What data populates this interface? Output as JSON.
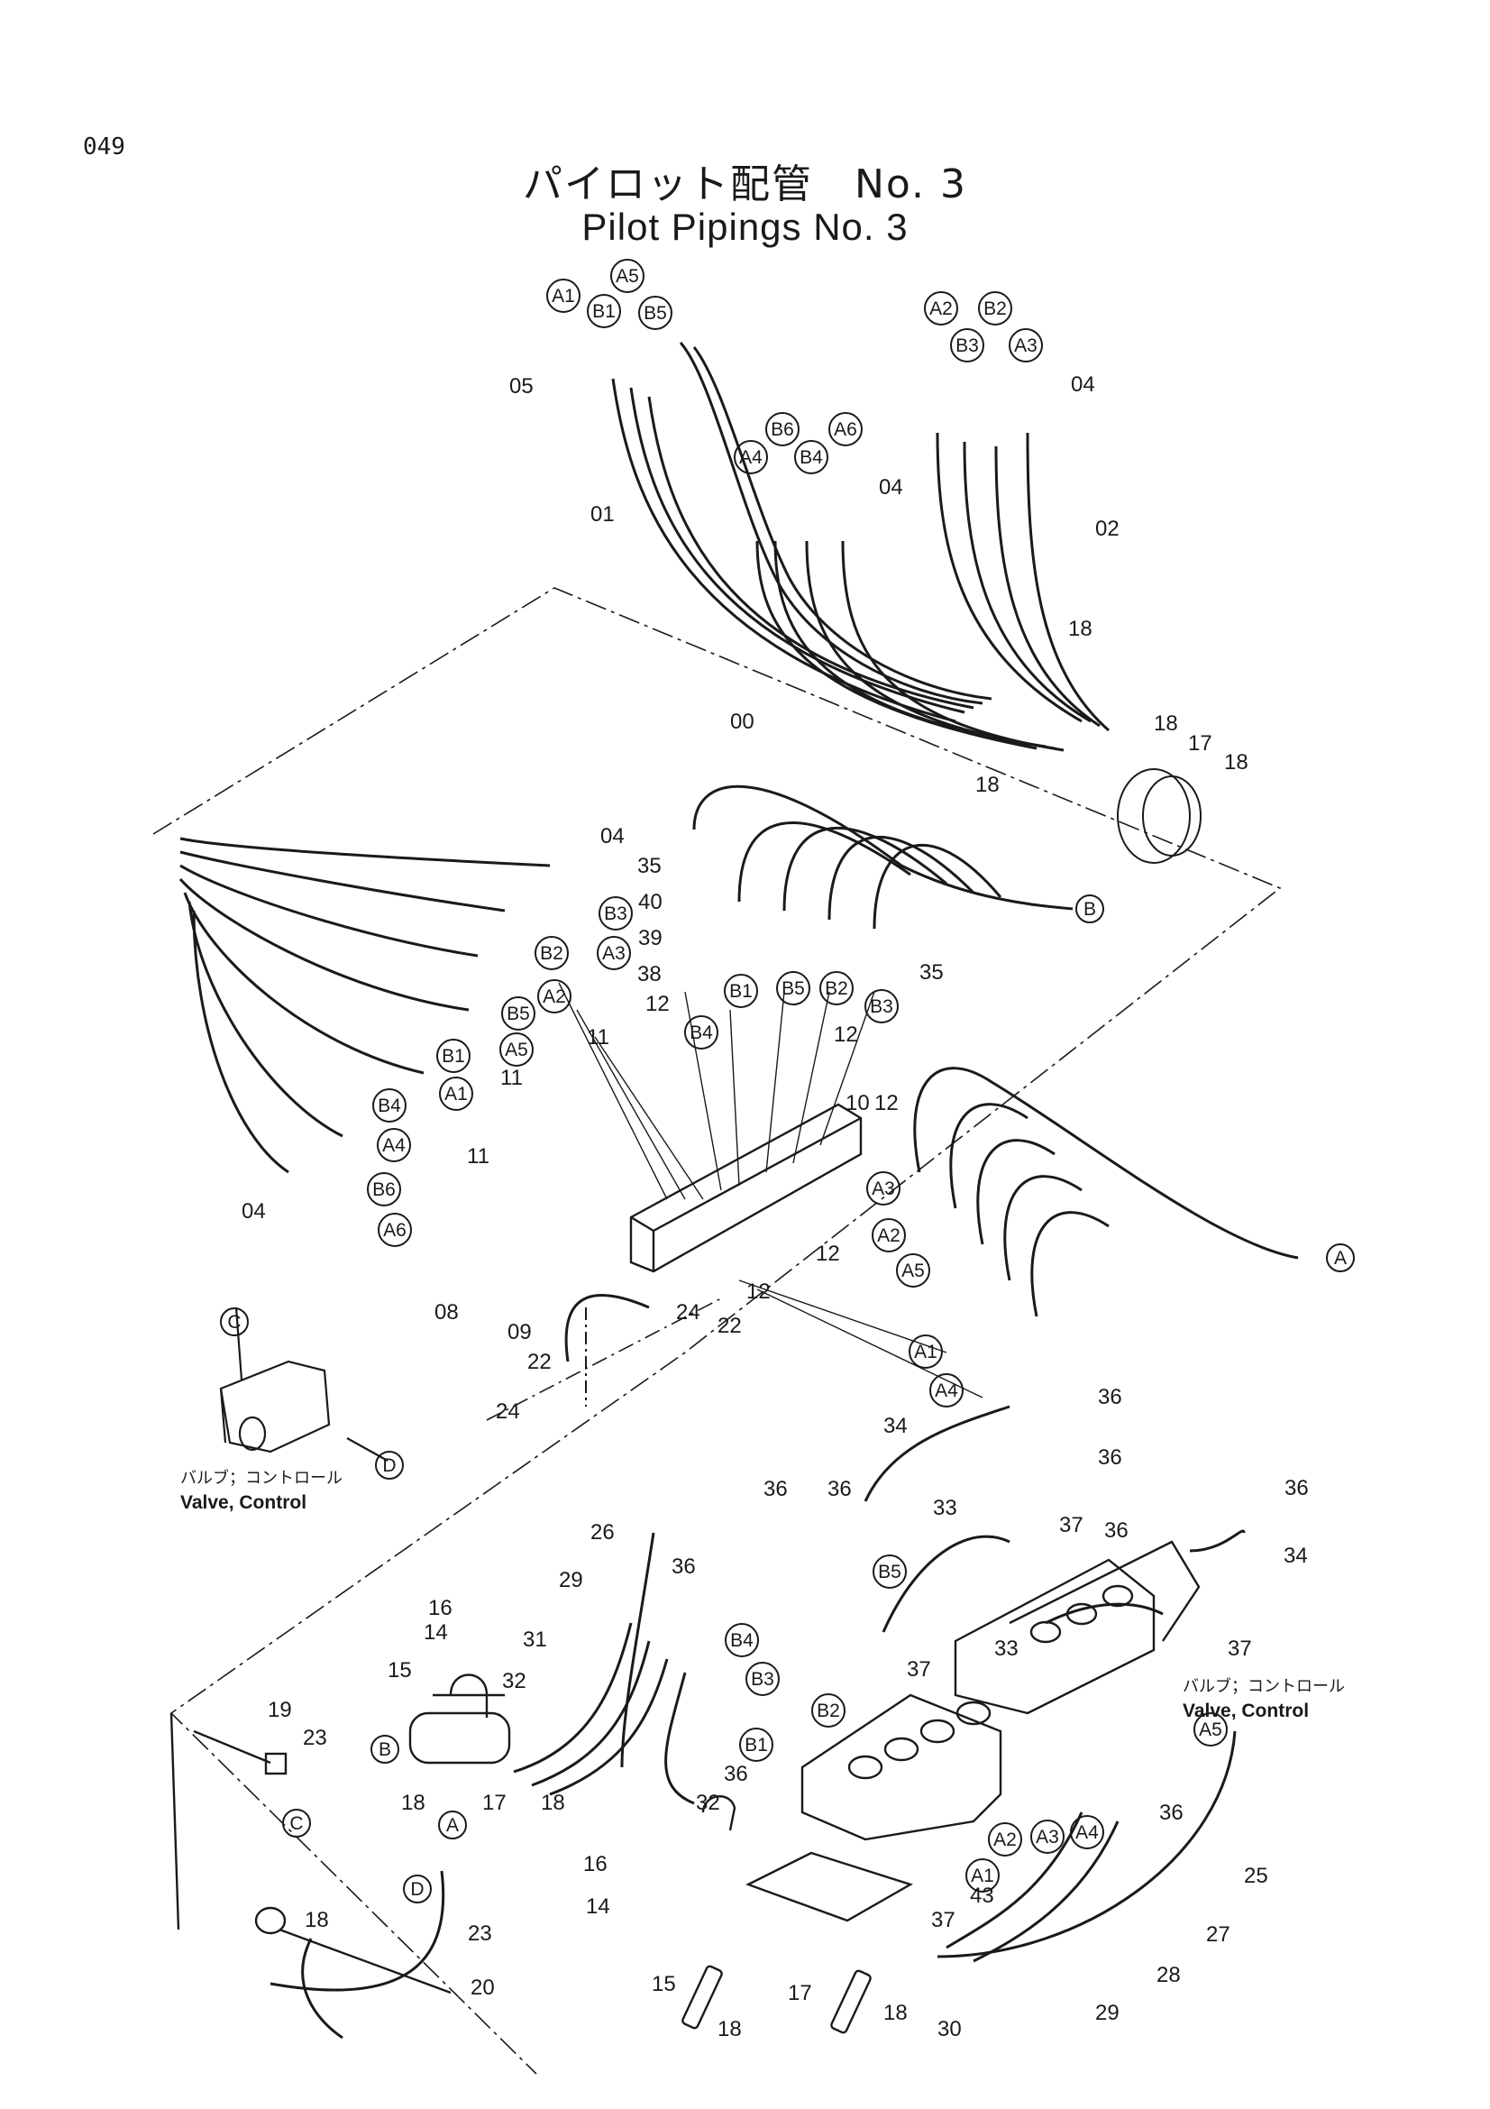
{
  "page_number": "049",
  "title_jp": "パイロット配管　No. 3",
  "title_en": "Pilot Pipings No. 3",
  "captions": [
    {
      "jp": "バルブ；コントロール",
      "en": "Valve, Control"
    },
    {
      "jp": "バルブ；コントロール",
      "en": "Valve, Control"
    }
  ],
  "callouts": [
    "A1",
    "B1",
    "A5",
    "B5",
    "A2",
    "B2",
    "B3",
    "A3",
    "A4",
    "B6",
    "B4",
    "A6",
    "B3",
    "A3",
    "B2",
    "A2",
    "B5",
    "A5",
    "B1",
    "A1",
    "B4",
    "A4",
    "B6",
    "A6",
    "B1",
    "B5",
    "B2",
    "B3",
    "B4",
    "A3",
    "A2",
    "A5",
    "A1",
    "A4",
    "B",
    "A",
    "C",
    "D",
    "B5",
    "B4",
    "B3",
    "B2",
    "B1",
    "B",
    "C",
    "A",
    "D",
    "A5",
    "A4",
    "A3",
    "A2",
    "A1"
  ],
  "part_labels": [
    "05",
    "04",
    "01",
    "04",
    "02",
    "00",
    "18",
    "18",
    "17",
    "18",
    "18",
    "04",
    "35",
    "40",
    "39",
    "38",
    "12",
    "11",
    "12",
    "35",
    "11",
    "11",
    "10",
    "12",
    "04",
    "12",
    "12",
    "08",
    "09",
    "22",
    "24",
    "22",
    "24",
    "34",
    "36",
    "36",
    "36",
    "36",
    "37",
    "36",
    "36",
    "34",
    "33",
    "26",
    "29",
    "36",
    "16",
    "14",
    "15",
    "31",
    "32",
    "37",
    "33",
    "37",
    "19",
    "23",
    "18",
    "17",
    "18",
    "36",
    "32",
    "16",
    "14",
    "15",
    "36",
    "25",
    "43",
    "37",
    "18",
    "23",
    "20",
    "18",
    "17",
    "18",
    "30",
    "29",
    "28",
    "27"
  ]
}
